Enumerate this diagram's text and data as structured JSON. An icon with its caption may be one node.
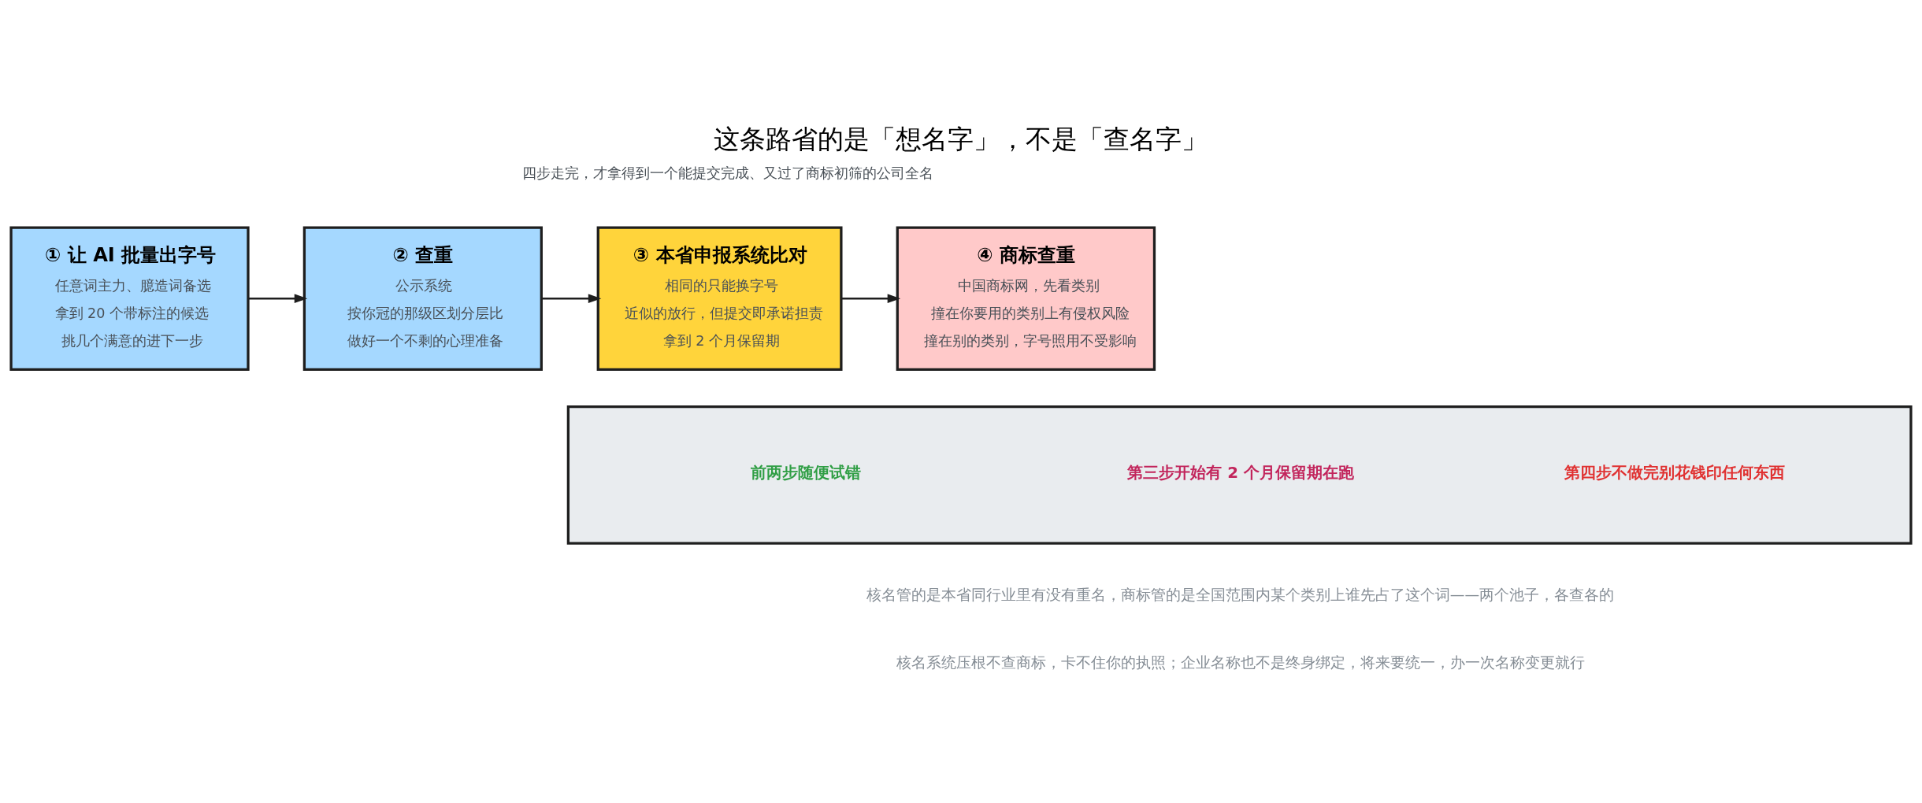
{
  "diagram": {
    "title": "这条路省的是「想名字」，不是「查名字」",
    "nodes": [
      {
        "text": [
          "① 让 AI 批量出字号",
          "任意词主力、臆造词备选",
          "拿到 20 个带标注的候选",
          "挑几个满意的进下一步"
        ]
      },
      {
        "text": [
          "② 查重",
          "公示系统",
          "按你冠的那级区划分层比",
          "做好一个不剩的心理准备"
        ]
      },
      {
        "text": [
          "③ 本省申报系统比对",
          "相同的只能换字号",
          "近似的放行，但提交即承诺担责",
          "拿到 2 个月保留期"
        ]
      },
      {
        "text": [
          "④ 商标查重",
          "中国商标网，先看类别",
          "撞在你要用的类别上有侵权风险",
          "撞在别的类别，字号照用不受影响"
        ]
      },
      {
        "text": [
          "前两步随便试错",
          "第三步开始有 2 个月保留期在跑",
          "第四步不做完别花钱印任何东西"
        ]
      }
    ],
    "edges": [
      {
        "from": 0,
        "to": 1,
        "arrow": "to"
      },
      {
        "from": 1,
        "to": 2,
        "arrow": "to"
      },
      {
        "from": 2,
        "to": 3,
        "arrow": "to"
      }
    ],
    "labels": [
      "四步走完，才拿得到一个能提交完成、又过了商标初筛的公司全名",
      "核名管的是本省同行业里有没有重名，商标管的是全国范围内某个类别上谁先占了这个词——两个池子，各查各的",
      "核名系统压根不查商标，卡不住你的执照；企业名称也不是终身绑定，将来要统一，办一次名称变更就行"
    ]
  }
}
